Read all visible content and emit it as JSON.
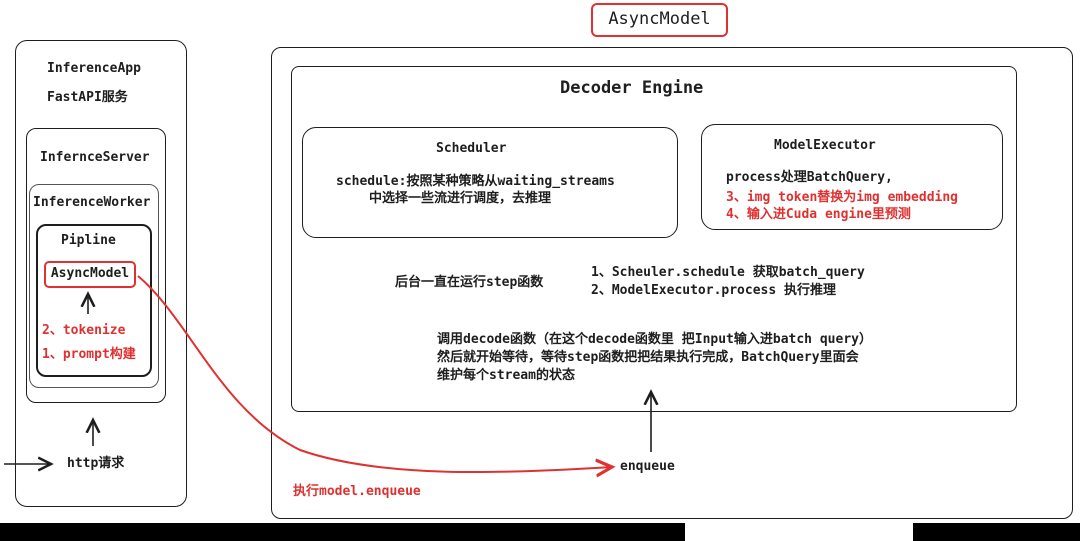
{
  "title": "AsyncModel",
  "left_panel": {
    "app": "InferenceApp",
    "service": "FastAPI服务",
    "server": "InfernceServer",
    "worker": "InferenceWorker",
    "pipeline": "Pipline",
    "async_model": "AsyncModel",
    "step2": "2、tokenize",
    "step1": "1、prompt构建",
    "http": "http请求"
  },
  "engine": {
    "title": "Decoder Engine",
    "scheduler": {
      "title": "Scheduler",
      "line1": "schedule:按照某种策略从waiting_streams",
      "line2": "中选择一些流进行调度，去推理"
    },
    "executor": {
      "title": "ModelExecutor",
      "line1": "process处理BatchQuery,",
      "line2": "3、img token替换为img embedding",
      "line3": "4、输入进Cuda engine里预测"
    },
    "background": "后台一直在运行step函数",
    "step_list1": "1、Scheuler.schedule 获取batch_query",
    "step_list2": "2、ModelExecutor.process 执行推理",
    "decode1": "调用decode函数（在这个decode函数里 把Input输入进batch query）",
    "decode2": "然后就开始等待，等待step函数把把结果执行完成，BatchQuery里面会",
    "decode3": "维护每个stream的状态"
  },
  "enqueue": "enqueue",
  "call_label": "执行model.enqueue",
  "colors": {
    "ink": "#1e1e1e",
    "accent": "#e03131"
  }
}
